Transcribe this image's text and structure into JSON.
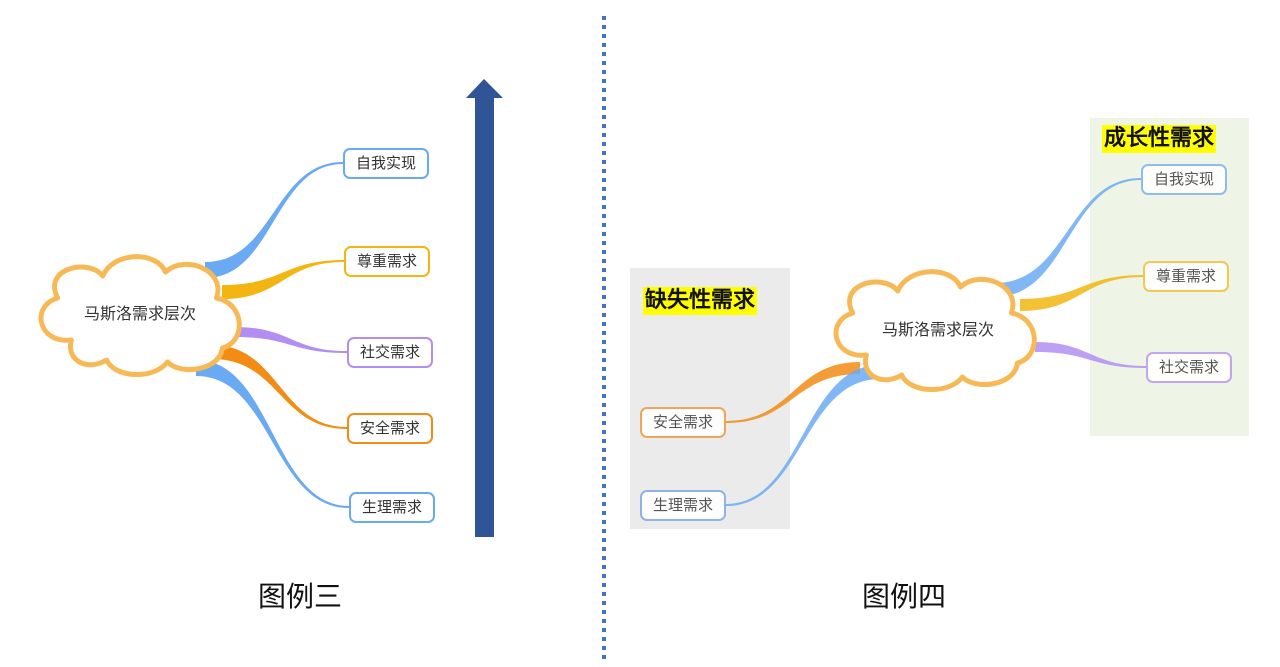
{
  "colors": {
    "blue": "#6aaaf2",
    "gold": "#f2b511",
    "purple": "#b28ef2",
    "orange": "#f28c15",
    "cloud_stroke": "#f7b955",
    "arrow": "#2f5596",
    "divider": "#4472c4",
    "deficit_bg": "#ebebeb",
    "growth_bg": "#eef4e6",
    "highlight": "#ffff00"
  },
  "left": {
    "center": "马斯洛需求层次",
    "nodes": [
      {
        "label": "自我实现",
        "color": "#6aaaf2"
      },
      {
        "label": "尊重需求",
        "color": "#f2b511"
      },
      {
        "label": "社交需求",
        "color": "#b28ef2"
      },
      {
        "label": "安全需求",
        "color": "#f28c15"
      },
      {
        "label": "生理需求",
        "color": "#6aaaf2"
      }
    ],
    "caption": "图例三"
  },
  "right": {
    "center": "马斯洛需求层次",
    "deficit_label": "缺失性需求",
    "growth_label": "成长性需求",
    "growth_nodes": [
      {
        "label": "自我实现",
        "color": "#6aaaf2"
      },
      {
        "label": "尊重需求",
        "color": "#f2b511"
      },
      {
        "label": "社交需求",
        "color": "#b28ef2"
      }
    ],
    "deficit_nodes": [
      {
        "label": "安全需求",
        "color": "#f28c15"
      },
      {
        "label": "生理需求",
        "color": "#6aaaf2"
      }
    ],
    "caption": "图例四"
  }
}
